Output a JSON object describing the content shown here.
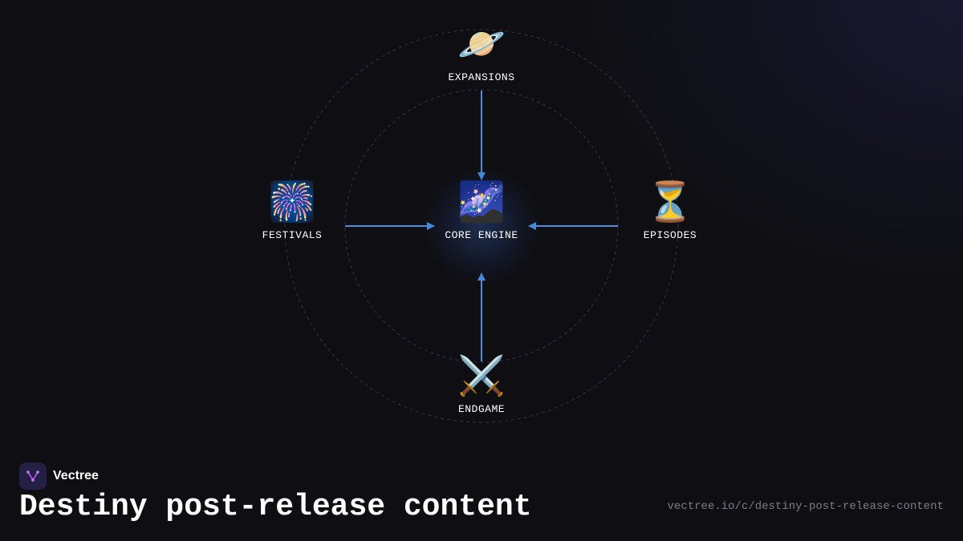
{
  "diagram": {
    "center": {
      "label": "CORE ENGINE",
      "icon": "🌌",
      "icon_name": "milky-way-icon"
    },
    "nodes": [
      {
        "id": "expansions",
        "label": "EXPANSIONS",
        "icon": "🪐",
        "icon_name": "ringed-planet-icon"
      },
      {
        "id": "festivals",
        "label": "FESTIVALS",
        "icon": "🎆",
        "icon_name": "fireworks-icon"
      },
      {
        "id": "episodes",
        "label": "EPISODES",
        "icon": "⏳",
        "icon_name": "hourglass-icon"
      },
      {
        "id": "endgame",
        "label": "ENDGAME",
        "icon": "⚔️",
        "icon_name": "crossed-swords-icon"
      }
    ],
    "edges": [
      {
        "from": "expansions",
        "to": "core"
      },
      {
        "from": "festivals",
        "to": "core"
      },
      {
        "from": "episodes",
        "to": "core"
      },
      {
        "from": "endgame",
        "to": "core"
      }
    ],
    "colors": {
      "arrow": "#4a8fe0",
      "orbit": "#2e3550",
      "glow": "#284682"
    }
  },
  "brand": {
    "name": "Vectree",
    "logo_icon": "vectree-logo-icon",
    "logo_color": "#a64fd6"
  },
  "title": "Destiny post-release content",
  "url": "vectree.io/c/destiny-post-release-content"
}
